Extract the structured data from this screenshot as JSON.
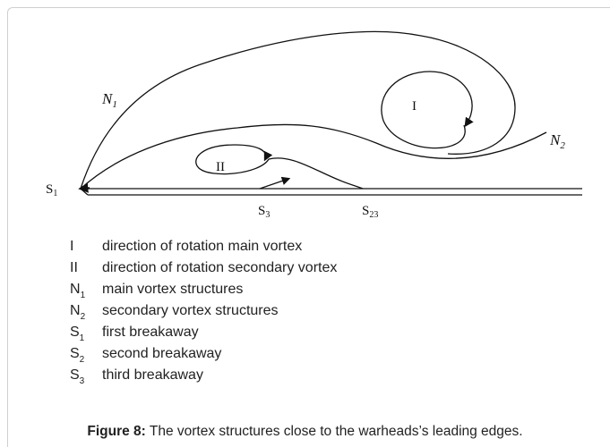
{
  "diagram": {
    "labels": {
      "n1": {
        "main": "N",
        "sub": "1"
      },
      "n2": {
        "main": "N",
        "sub": "2"
      },
      "s1": {
        "main": "S",
        "sub": "1"
      },
      "s3": {
        "main": "S",
        "sub": "3"
      },
      "s23": {
        "main": "S",
        "sub": "23"
      },
      "vortex_main": "I",
      "vortex_secondary": "II"
    }
  },
  "legend": [
    {
      "symbol": "I",
      "sub": "",
      "text": "direction of rotation main vortex"
    },
    {
      "symbol": "II",
      "sub": "",
      "text": "direction of rotation secondary vortex"
    },
    {
      "symbol": "N",
      "sub": "1",
      "text": "main vortex structures"
    },
    {
      "symbol": "N",
      "sub": "2",
      "text": "secondary vortex structures"
    },
    {
      "symbol": "S",
      "sub": "1",
      "text": "first breakaway"
    },
    {
      "symbol": "S",
      "sub": "2",
      "text": "second breakaway"
    },
    {
      "symbol": "S",
      "sub": "3",
      "text": "third breakaway"
    }
  ],
  "caption": {
    "label": "Figure 8:",
    "text": " The vortex structures close to the warheads’s leading edges."
  }
}
